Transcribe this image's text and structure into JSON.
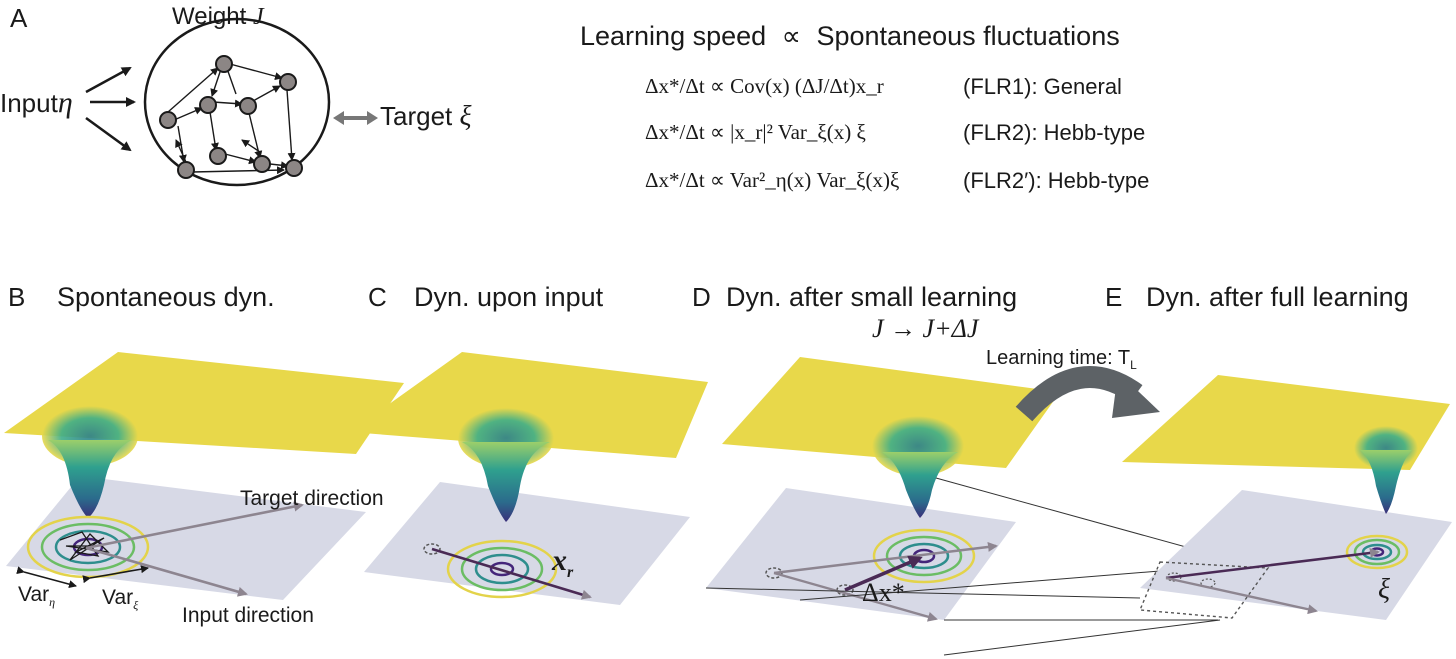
{
  "panelA": {
    "letter": "A",
    "weight_label": "Weight",
    "weight_symbol": "J",
    "input_label": "Input",
    "input_symbol": "η",
    "target_label": "Target",
    "target_symbol": "ξ"
  },
  "equations": {
    "header_left": "Learning speed",
    "header_prop": "∝",
    "header_right": "Spontaneous fluctuations",
    "rows": [
      {
        "formula": "Δx*/Δt ∝ Cov(x) (ΔJ/Δt)x_r",
        "name": "(FLR1): General"
      },
      {
        "formula": "Δx*/Δt ∝ |x_r|² Var_ξ(x) ξ",
        "name": "(FLR2): Hebb-type"
      },
      {
        "formula": "Δx*/Δt ∝ Var²_η(x) Var_ξ(x)ξ",
        "name": "(FLR2′): Hebb-type"
      }
    ]
  },
  "panels": {
    "B": {
      "letter": "B",
      "title": "Spontaneous dyn."
    },
    "C": {
      "letter": "C",
      "title": "Dyn. upon input"
    },
    "D": {
      "letter": "D",
      "title": "Dyn. after small learning",
      "subtitle": "J → J+ΔJ"
    },
    "E": {
      "letter": "E",
      "title": "Dyn. after full learning"
    }
  },
  "annotations": {
    "target_direction": "Target direction",
    "input_direction": "Input direction",
    "var_eta": "Var",
    "var_eta_sub": "η",
    "var_xi": "Var",
    "var_xi_sub": "ξ",
    "x_r": "x",
    "x_r_sub": "r",
    "delta_x": "Δx*",
    "xi": "ξ",
    "learning_time": "Learning time: T",
    "learning_time_sub": "L"
  },
  "colors": {
    "surface_yellow": "#e8d84a",
    "well_teal": "#2a8d8a",
    "well_deep": "#3a2f7a",
    "plane_gray": "#d7d9e6",
    "arrow_gray": "#8d8590",
    "arrow_dark": "#4a2a55"
  }
}
